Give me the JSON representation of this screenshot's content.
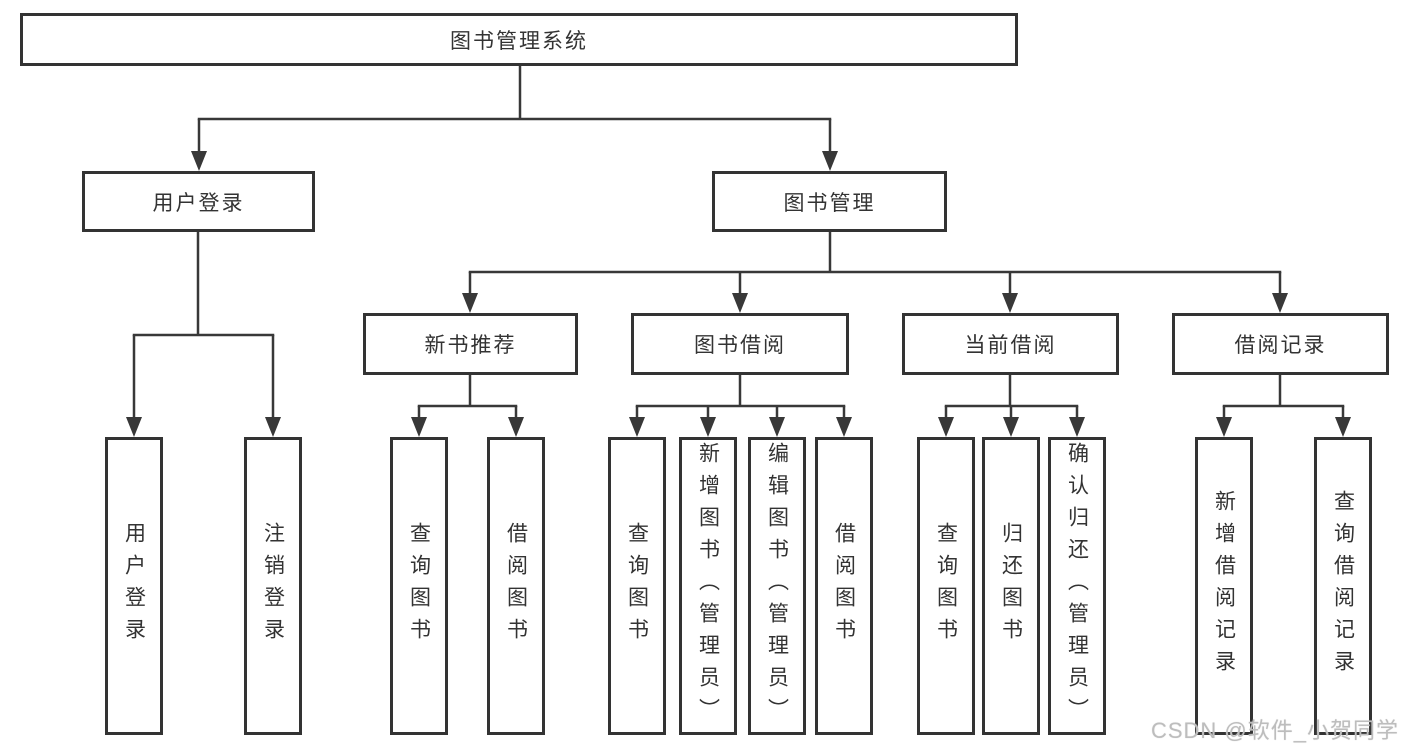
{
  "diagram": {
    "root": {
      "label": "图书管理系统"
    },
    "user_login": {
      "label": "用户登录",
      "children": [
        {
          "label": "用户登录"
        },
        {
          "label": "注销登录"
        }
      ]
    },
    "book_mgmt": {
      "label": "图书管理",
      "sections": [
        {
          "label": "新书推荐",
          "children": [
            {
              "label": "查询图书"
            },
            {
              "label": "借阅图书"
            }
          ]
        },
        {
          "label": "图书借阅",
          "children": [
            {
              "label": "查询图书"
            },
            {
              "label": "新增图书（管理员）"
            },
            {
              "label": "编辑图书（管理员）"
            },
            {
              "label": "借阅图书"
            }
          ]
        },
        {
          "label": "当前借阅",
          "children": [
            {
              "label": "查询图书"
            },
            {
              "label": "归还图书"
            },
            {
              "label": "确认归还（管理员）"
            }
          ]
        },
        {
          "label": "借阅记录",
          "children": [
            {
              "label": "新增借阅记录"
            },
            {
              "label": "查询借阅记录"
            }
          ]
        }
      ]
    }
  },
  "watermark": {
    "text": "CSDN @软件_小贺同学"
  },
  "colors": {
    "line": "#383838",
    "border": "#333333",
    "text": "#333333",
    "background": "#ffffff",
    "watermark": "#bdbdbd"
  }
}
